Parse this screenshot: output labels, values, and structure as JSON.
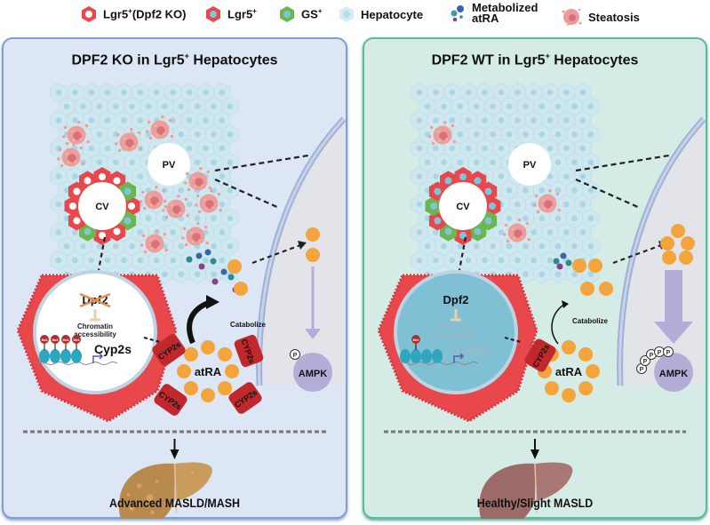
{
  "legend": {
    "items": [
      {
        "icon": "hexagon-red-white-nucleus-icon",
        "label": "Lgr5",
        "sup": "+",
        "suffix": "(Dpf2 KO)"
      },
      {
        "icon": "hexagon-red-blue-nucleus-icon",
        "label": "Lgr5",
        "sup": "+",
        "suffix": ""
      },
      {
        "icon": "hexagon-green-icon",
        "label": "GS",
        "sup": "+",
        "suffix": ""
      },
      {
        "icon": "hexagon-lightblue-icon",
        "label": "Hepatocyte",
        "sup": "",
        "suffix": ""
      },
      {
        "icon": "metabolite-dots-icon",
        "label": "Metabolized",
        "line2": "atRA"
      },
      {
        "icon": "steatosis-blob-icon",
        "label": "Steatosis"
      }
    ]
  },
  "panels": {
    "left": {
      "title_pre": "DPF2 KO in Lgr5",
      "title_sup": "+",
      "title_post": " Hepatocytes",
      "pv_label": "PV",
      "cv_label": "CV",
      "gene_label": "Dpf2",
      "gene_knocked_out": true,
      "chromatin_line1": "Chromatin",
      "chromatin_line2": "accessibility",
      "target_gene": "Cyp2s",
      "histone_mark": "Me3",
      "enzyme_label": "CYP2s",
      "ligand_label": "atRA",
      "process_label": "Catabolize",
      "kinase_label": "AMPK",
      "phospho_label": "P",
      "phospho_count": 1,
      "outcome": "Advanced MASLD/MASH"
    },
    "right": {
      "title_pre": "DPF2 WT in Lgr5",
      "title_sup": "+",
      "title_post": " Hepatocytes",
      "pv_label": "PV",
      "cv_label": "CV",
      "gene_label": "Dpf2",
      "gene_knocked_out": false,
      "chromatin_line1": "Chromatin",
      "chromatin_line2": "accessibility",
      "target_gene": "Cyp2s",
      "histone_mark": "Me1",
      "enzyme_label": "CYP2s",
      "ligand_label": "atRA",
      "process_label": "Catabolize",
      "kinase_label": "AMPK",
      "phospho_label": "P",
      "phospho_count": 5,
      "outcome": "Healthy/Slight MASLD"
    }
  },
  "colors": {
    "lgr5_red": "#e8474c",
    "gs_green": "#6ab84d",
    "hepatocyte_blue": "#cfe8f0",
    "atra_orange": "#f3a43b",
    "cyp_red": "#c0282b",
    "ampk_purple": "#b3aed8",
    "left_bg": "#dde6f5",
    "right_bg": "#d5ebe5"
  }
}
